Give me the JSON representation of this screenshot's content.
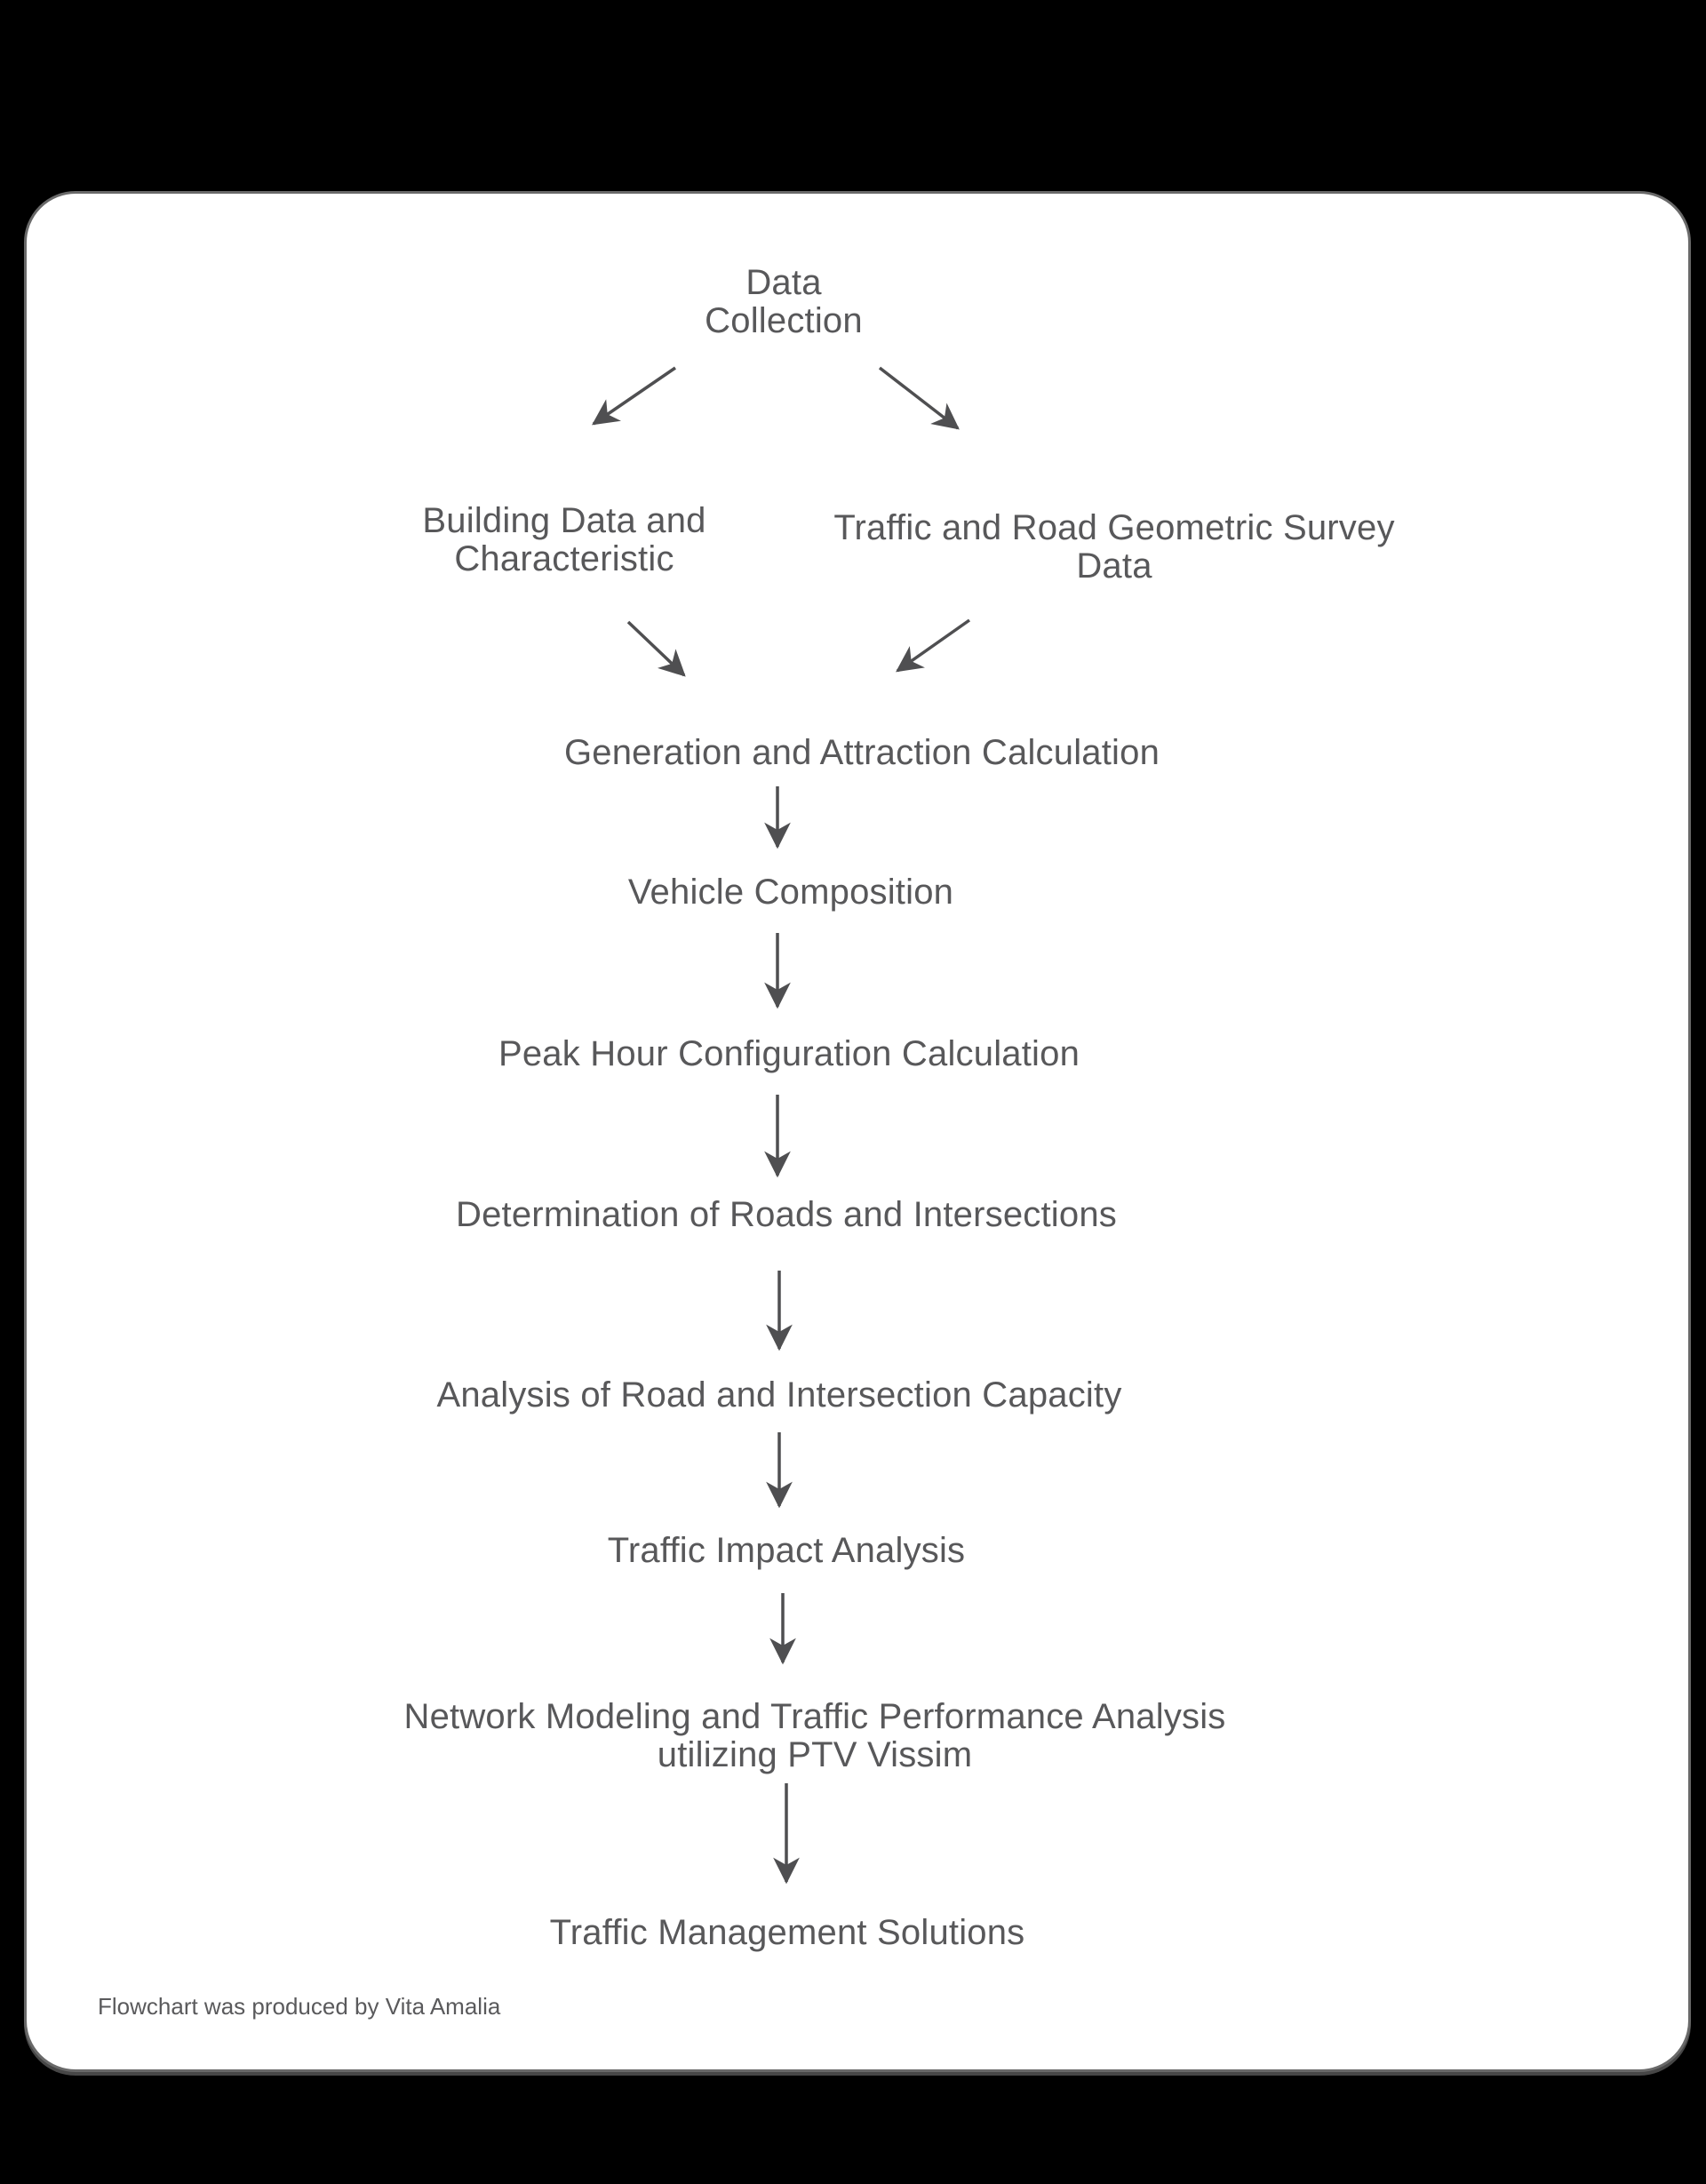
{
  "flowchart": {
    "nodes": {
      "data_collection": {
        "label": "Data\nCollection"
      },
      "building_data": {
        "label": "Building Data and\nCharacteristic"
      },
      "traffic_survey": {
        "label": "Traffic and Road Geometric Survey\nData"
      },
      "generation": {
        "label": "Generation and Attraction Calculation"
      },
      "vehicle": {
        "label": "Vehicle Composition"
      },
      "peak_hour": {
        "label": "Peak Hour Configuration Calculation"
      },
      "determination": {
        "label": "Determination of Roads and Intersections"
      },
      "analysis": {
        "label": "Analysis of Road and Intersection Capacity"
      },
      "impact": {
        "label": "Traffic Impact Analysis"
      },
      "network_modeling": {
        "label": "Network Modeling and Traffic Performance Analysis\nutilizing PTV Vissim"
      },
      "management": {
        "label": "Traffic Management Solutions"
      }
    },
    "edges": [
      {
        "from": "data_collection",
        "to": "building_data"
      },
      {
        "from": "data_collection",
        "to": "traffic_survey"
      },
      {
        "from": "building_data",
        "to": "generation"
      },
      {
        "from": "traffic_survey",
        "to": "generation"
      },
      {
        "from": "generation",
        "to": "vehicle"
      },
      {
        "from": "vehicle",
        "to": "peak_hour"
      },
      {
        "from": "peak_hour",
        "to": "determination"
      },
      {
        "from": "determination",
        "to": "analysis"
      },
      {
        "from": "analysis",
        "to": "impact"
      },
      {
        "from": "impact",
        "to": "network_modeling"
      },
      {
        "from": "network_modeling",
        "to": "management"
      }
    ],
    "footer": {
      "credit": "Flowchart was produced by Vita Amalia"
    },
    "colors": {
      "page_bg": "#000000",
      "card_bg": "#ffffff",
      "card_border": "#696969",
      "text": "#58585a",
      "arrow": "#4f4f51"
    }
  }
}
